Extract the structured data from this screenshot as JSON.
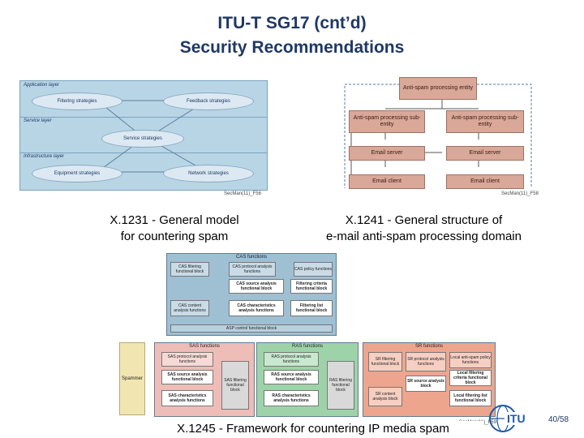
{
  "title": {
    "line1": "ITU-T SG17 (cnt’d)",
    "line2": "Security Recommendations"
  },
  "fig1": {
    "layers": [
      "Application layer",
      "Service layer",
      "Infrastructure layer"
    ],
    "ovals": {
      "filtering": "Filtering strategies",
      "feedback": "Feedback strategies",
      "service": "Service strategies",
      "equipment": "Equipment strategies",
      "network": "Network strategies"
    },
    "ref": "SecMan(11)_F56",
    "caption_line1": "X.1231 - General model",
    "caption_line2": "for countering spam"
  },
  "fig2": {
    "entity": "Anti-spam processing entity",
    "sub1": "Anti-spam processing sub-entity",
    "sub2": "Anti-spam processing sub-entity",
    "server1": "Email server",
    "server2": "Email server",
    "client1": "Email client",
    "client2": "Email client",
    "ref": "SecMan(11)_F58",
    "caption_line1": "X.1241 - General structure of",
    "caption_line2": "e-mail anti-spam processing domain"
  },
  "fig3": {
    "cas": {
      "title": "CAS functions",
      "filtering_block": "CAS filtering functional block",
      "protocol": "CAS protocol analysis functions",
      "policy": "CAS policy functions",
      "source": "CAS source analysis functional block",
      "criteria": "Filtering criteria functional block",
      "content": "CAS content analysis functions",
      "characteristics": "CAS characteristics analysis functions",
      "list": "Filtering list functional block",
      "asp": "ASP control functional block"
    },
    "spammer": "Spammer",
    "sas": {
      "title": "SAS functions",
      "protocol": "SAS protocol analysis functions",
      "source": "SAS source analysis functional block",
      "characteristics": "SAS characteristics analysis functions",
      "filtering": "SAS filtering functional block"
    },
    "ras": {
      "title": "RAS functions",
      "protocol": "RAS protocol analysis functions",
      "source": "RAS source analysis functional block",
      "characteristics": "RAS characteristics analysis functions",
      "filtering": "RAS filtering functional block"
    },
    "sr": {
      "title": "SR functions",
      "filtering": "SR filtering functional block",
      "protocol": "SR protocol analysis functions",
      "policy": "Local anti-spam policy functions",
      "criteria": "Local filtering criteria functional block",
      "source": "SR source analysis block",
      "content": "SR content analysis block",
      "list": "Local filtering list functional block"
    },
    "ref": "SecMan(11)_F59",
    "caption": "X.1245 - Framework for countering IP media spam"
  },
  "footer": {
    "page": "40/58"
  },
  "colors": {
    "title": "#1f3864",
    "cas": "#7fa6bf",
    "sas": "#e8b4b0",
    "ras": "#8cc89a",
    "sr": "#e69a80",
    "spammer": "#f1e6b2"
  }
}
